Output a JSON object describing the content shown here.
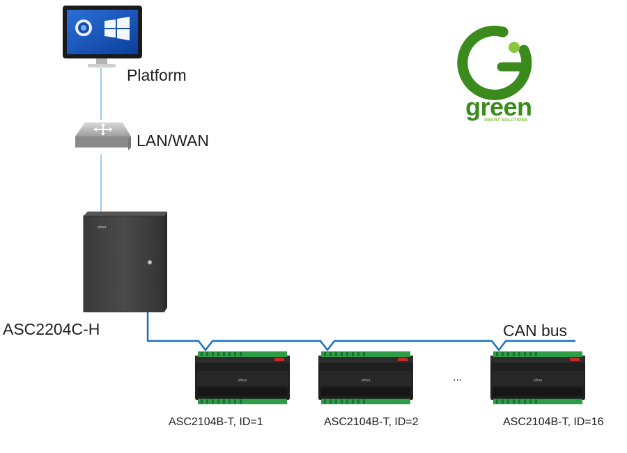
{
  "labels": {
    "platform": "Platform",
    "network": "LAN/WAN",
    "controller": "ASC2204C-H",
    "bus": "CAN bus",
    "ellipsis": "...",
    "modules": [
      "ASC2104B-T, ID=1",
      "ASC2104B-T, ID=2",
      "ASC2104B-T, ID=16"
    ]
  },
  "device_brand": "alhua",
  "logo": {
    "text": "green",
    "subtext": "SMART SOLUTIONS",
    "color": "#3a8a1c",
    "accent": "#8cc63f"
  },
  "colors": {
    "link": "#7fb8e6",
    "bus": "#1a6fc2",
    "device": "#2b2b2b",
    "terminal": "#2f9d48"
  },
  "icons": [
    "monitor-icon",
    "switch-icon",
    "controller-cabinet-icon",
    "io-module-icon"
  ]
}
